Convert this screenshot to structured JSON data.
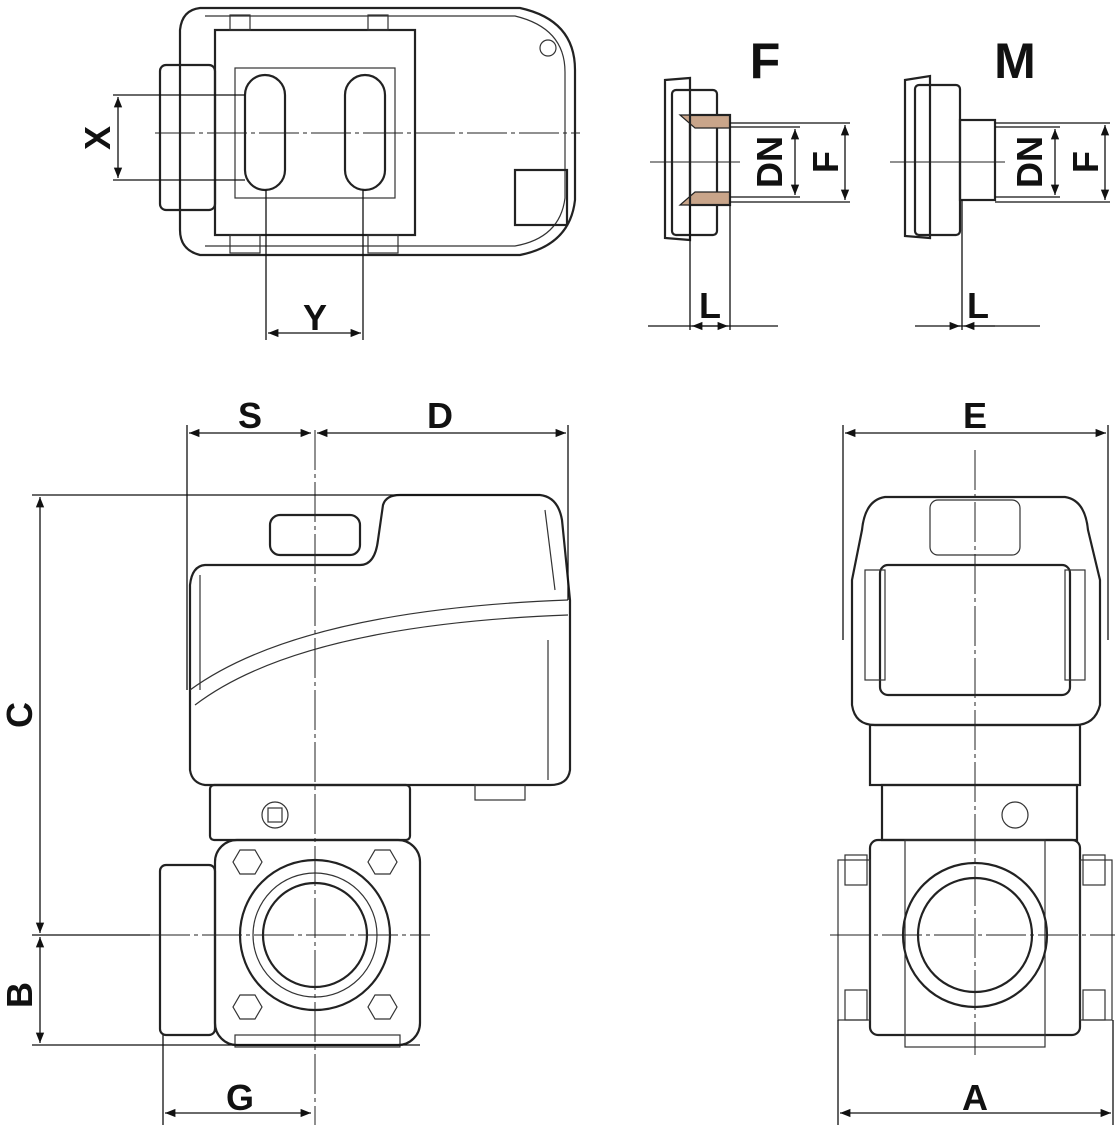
{
  "drawing": {
    "top_view": {
      "dim_x": "X",
      "dim_y": "Y"
    },
    "detail_f": {
      "title": "F",
      "dim_dn": "DN",
      "dim_f": "F",
      "dim_l": "L"
    },
    "detail_m": {
      "title": "M",
      "dim_dn": "DN",
      "dim_f": "F",
      "dim_l": "L"
    },
    "side_view": {
      "dim_s": "S",
      "dim_d": "D",
      "dim_c": "C",
      "dim_b": "B",
      "dim_g": "G"
    },
    "front_view": {
      "dim_e": "E",
      "dim_a": "A"
    }
  }
}
